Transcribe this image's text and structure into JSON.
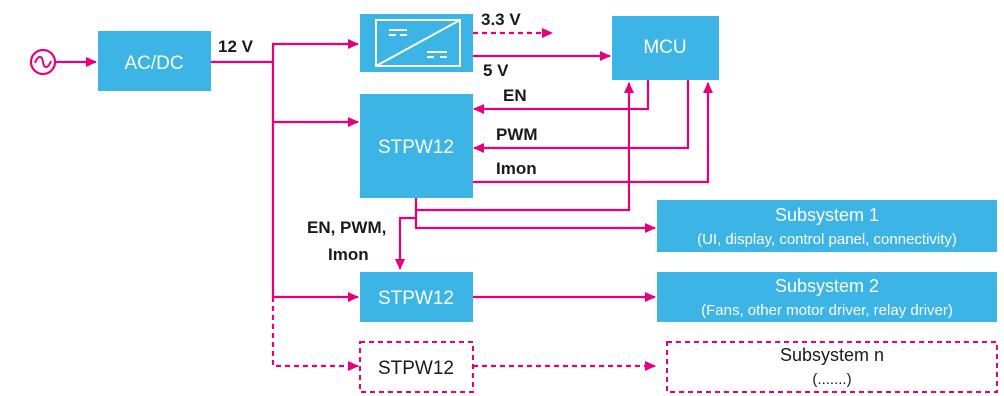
{
  "colors": {
    "block": "#3cb4e6",
    "wire": "#e6007e",
    "text_dark": "#1a1a1a",
    "text_light": "#ffffff"
  },
  "icons": {
    "ac_source": "sine-wave-icon",
    "converter": "dc-dc-converter-icon"
  },
  "blocks": {
    "acdc": "AC/DC",
    "mcu": "MCU",
    "stpw_main": "STPW12",
    "stpw_second": "STPW12",
    "stpw_n": "STPW12",
    "subsystem1_title": "Subsystem 1",
    "subsystem1_desc": "(UI, display, control panel, connectivity)",
    "subsystem2_title": "Subsystem 2",
    "subsystem2_desc": "(Fans, other motor driver, relay driver)",
    "subsystemn_title": "Subsystem n",
    "subsystemn_desc": "(.......)"
  },
  "labels": {
    "bus_12v": "12 V",
    "rail_33v": "3.3 V",
    "rail_5v": "5 V",
    "sig_en": "EN",
    "sig_pwm": "PWM",
    "sig_imon": "Imon",
    "sig_group_line1": "EN, PWM,",
    "sig_group_line2": "Imon"
  }
}
